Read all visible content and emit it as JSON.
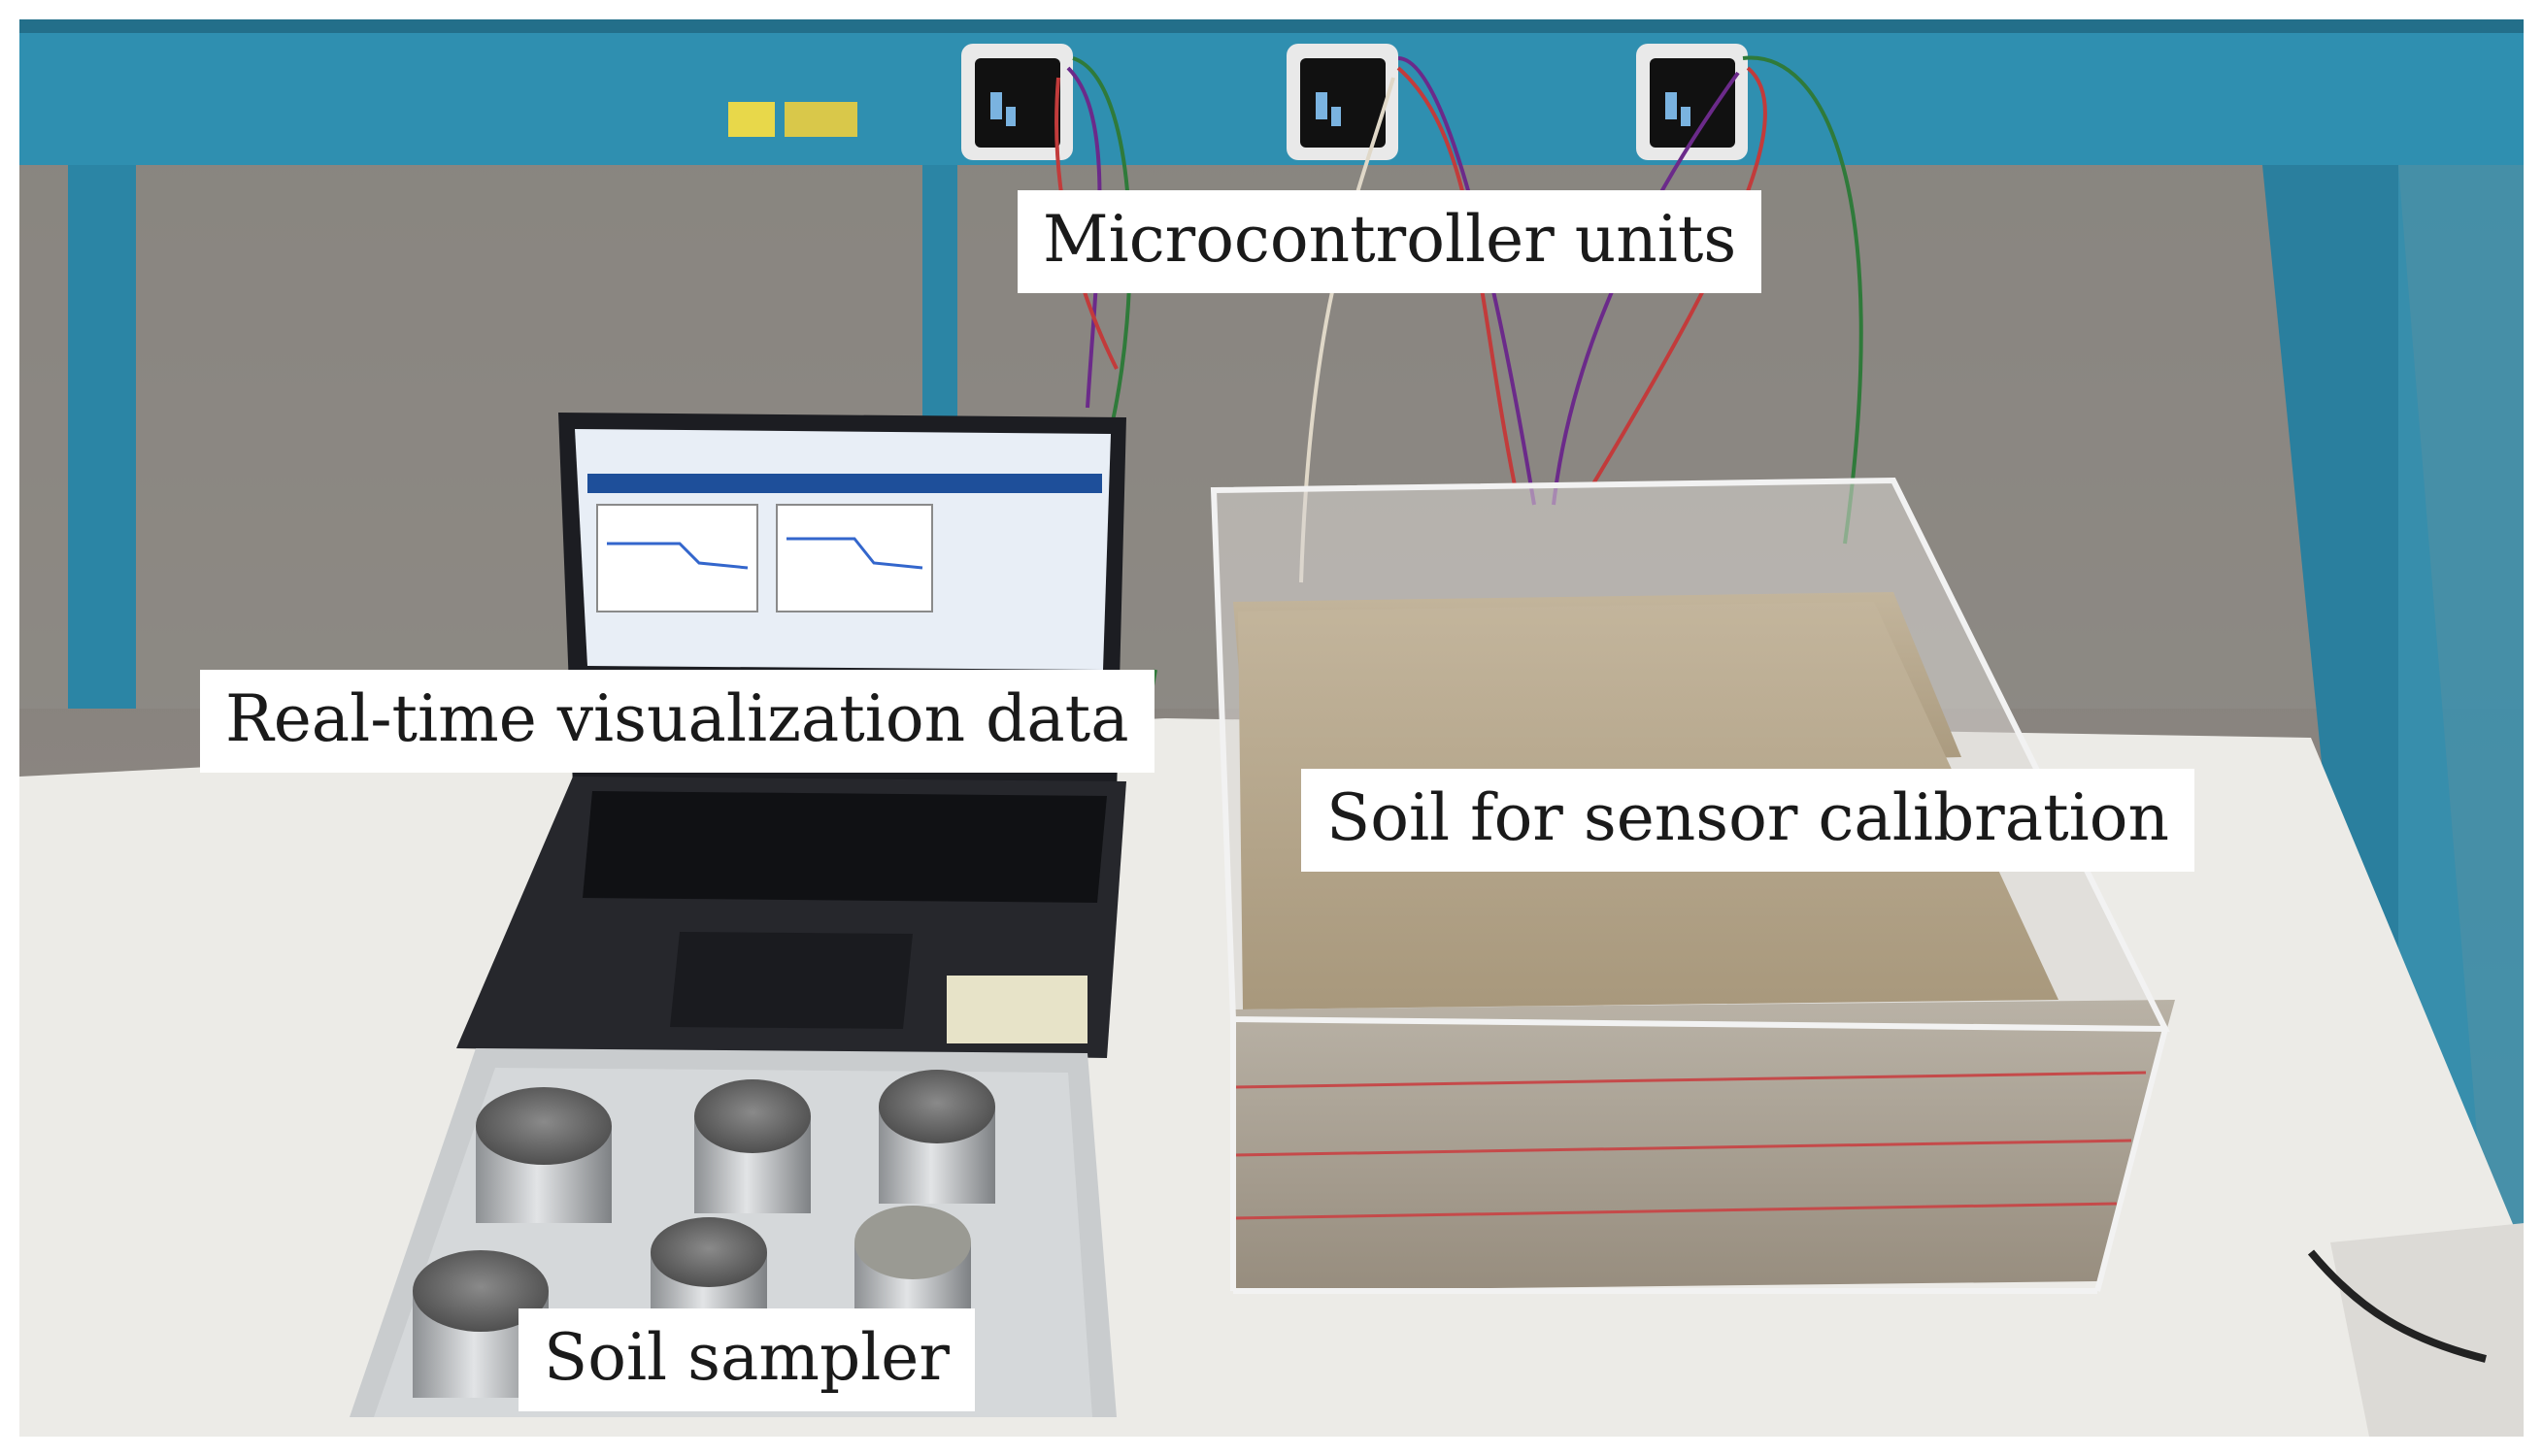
{
  "labels": {
    "microcontroller_units": "Microcontroller units",
    "realtime_visualization": "Real-time visualization data",
    "soil_calibration": "Soil for sensor calibration",
    "soil_sampler": "Soil sampler"
  },
  "colors": {
    "frame_blue": "#2f8fb0",
    "soil": "#b7a78c",
    "table": "#ecebe7",
    "laptop": "#1c1d22",
    "screen": "#e8eef6",
    "tray": "#c9ccce",
    "label_bg": "#ffffff"
  }
}
